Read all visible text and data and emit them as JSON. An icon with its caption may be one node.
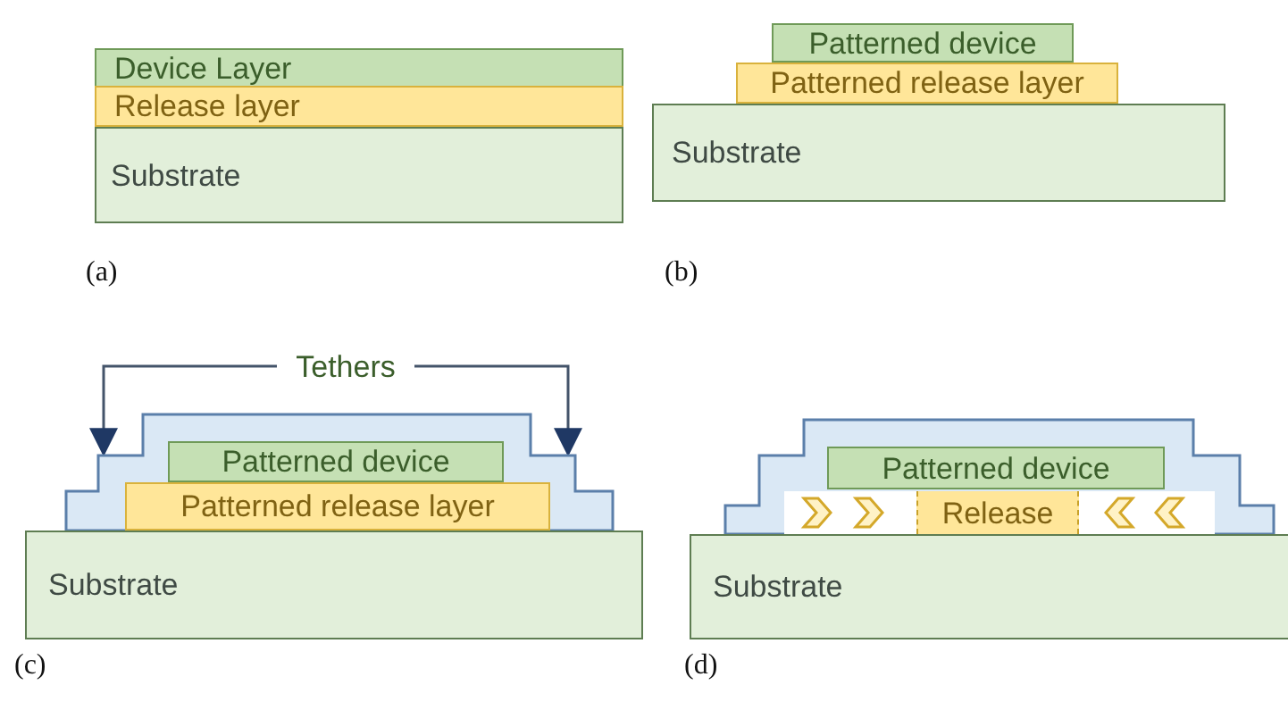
{
  "diagram": {
    "nodes": [
      {
        "text": [
          "Device Layer"
        ]
      },
      {
        "text": [
          "Release layer"
        ]
      },
      {
        "text": [
          "Substrate"
        ]
      },
      {
        "text": [
          "Patterned device"
        ]
      },
      {
        "text": [
          "Patterned release layer"
        ]
      },
      {
        "text": [
          "Substrate"
        ]
      },
      {
        "text": [
          "Tethers"
        ]
      },
      {
        "text": [],
        "shape": "box"
      },
      {
        "text": [
          "Patterned device"
        ],
        "in": 7
      },
      {
        "text": [
          "Patterned release layer"
        ],
        "in": 7
      },
      {
        "text": [
          "Substrate"
        ]
      },
      {
        "text": [],
        "shape": "box"
      },
      {
        "text": [
          "Patterned device"
        ],
        "in": 11
      },
      {
        "text": [
          "Release"
        ],
        "in": 11
      },
      {
        "text": [
          "Substrate"
        ]
      }
    ],
    "edges": [
      {
        "from": 6,
        "to": 7,
        "arrow": "to"
      },
      {
        "from": 6,
        "to": 7,
        "arrow": "to"
      }
    ],
    "labels": [
      "(a)",
      "(b)",
      "(c)",
      "(d)"
    ]
  }
}
